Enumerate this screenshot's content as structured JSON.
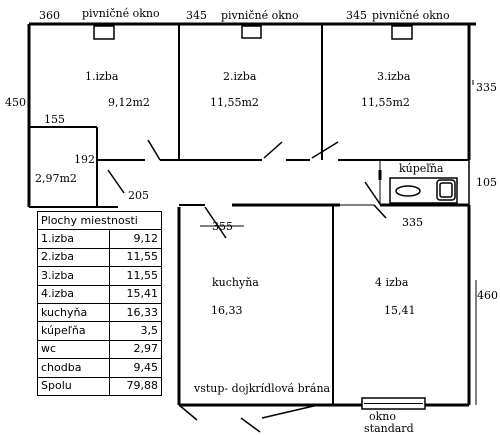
{
  "dimensions": {
    "top_left": "360",
    "top_mid": "345",
    "top_right": "345",
    "left_height": "450",
    "right_top": "335",
    "right_mid": "105",
    "right_bottom": "460",
    "wc_width": "155",
    "wc_height": "192",
    "diag_205": "205",
    "corridor_355": "355",
    "bath_335": "335"
  },
  "windows": {
    "cellar1": "pivničné okno",
    "cellar2": "pivničné okno",
    "cellar3": "pivničné okno",
    "standard_line1": "okno",
    "standard_line2": "standard"
  },
  "rooms": {
    "room1_name": "1.izba",
    "room1_area": "9,12m2",
    "room2_name": "2.izba",
    "room2_area": "11,55m2",
    "room3_name": "3.izba",
    "room3_area": "11,55m2",
    "wc_area": "2,97m2",
    "bath_name": "kúpeľňa",
    "kitchen_name": "kuchyňa",
    "kitchen_area": "16,33",
    "room4_name": "4 izba",
    "room4_area": "15,41",
    "entrance": "vstup- dojkrídlová brána"
  },
  "area_table": {
    "title": "Plochy miestnosti",
    "rows": [
      {
        "name": "1.izba",
        "value": "9,12"
      },
      {
        "name": "2.izba",
        "value": "11,55"
      },
      {
        "name": "3.izba",
        "value": "11,55"
      },
      {
        "name": "4.izba",
        "value": "15,41"
      },
      {
        "name": "kuchyňa",
        "value": "16,33"
      },
      {
        "name": "kúpeľňa",
        "value": "3,5"
      },
      {
        "name": "wc",
        "value": "2,97"
      },
      {
        "name": "chodba",
        "value": "9,45"
      },
      {
        "name": "Spolu",
        "value": "79,88"
      }
    ]
  }
}
